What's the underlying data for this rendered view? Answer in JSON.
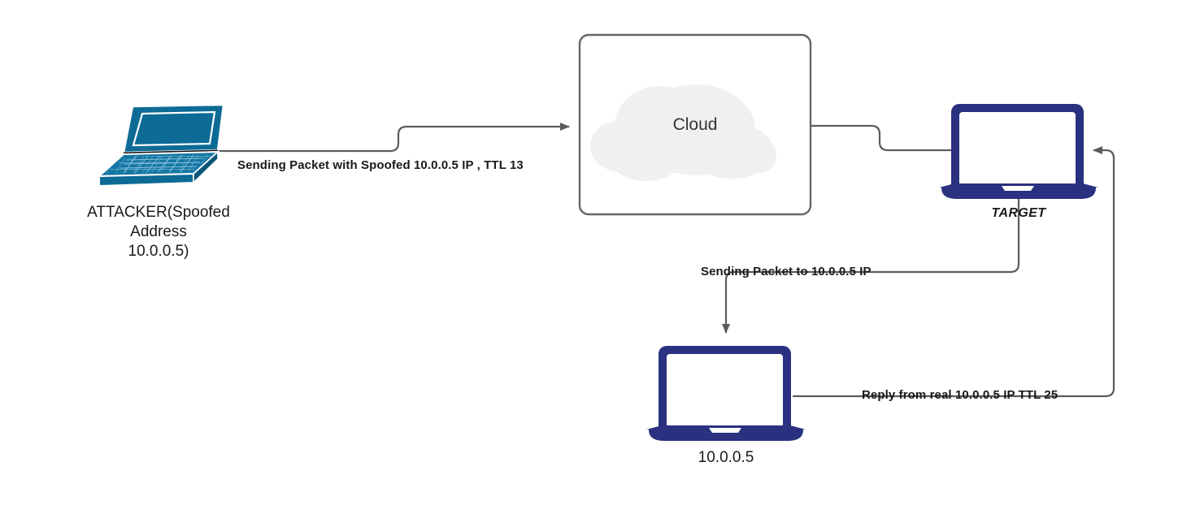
{
  "diagram": {
    "title": "IP spoofing with TTL analysis network diagram",
    "colors": {
      "attacker_device": "#0d6b96",
      "attacker_device_dark": "#0a567a",
      "device_navy": "#2a3180",
      "cloud_fill": "#f0f0f0",
      "connector": "#5c5c5c",
      "box_border": "#666666",
      "text": "#1a1a1a",
      "background": "#ffffff"
    },
    "nodes": [
      {
        "id": "attacker",
        "icon": "laptop-3d-icon",
        "caption_lines": [
          "ATTACKER(Spoofed",
          "Address",
          "10.0.0.5)"
        ]
      },
      {
        "id": "cloud",
        "icon": "cloud-icon",
        "label": "Cloud"
      },
      {
        "id": "target",
        "icon": "laptop-icon",
        "label": "TARGET"
      },
      {
        "id": "victim",
        "icon": "laptop-icon",
        "label": "10.0.0.5"
      }
    ],
    "edges": [
      {
        "id": "attacker-to-cloud",
        "from": "attacker",
        "to": "cloud",
        "label": "Sending Packet with Spoofed 10.0.0.5 IP , TTL 13",
        "arrow": "right"
      },
      {
        "id": "cloud-to-target",
        "from": "cloud",
        "to": "target",
        "label": "",
        "arrow": "none"
      },
      {
        "id": "target-to-victim",
        "from": "target",
        "to": "victim",
        "label": "Sending Packet to 10.0.0.5 IP",
        "arrow": "down"
      },
      {
        "id": "victim-to-target",
        "from": "victim",
        "to": "target",
        "label": "Reply from real 10.0.0.5 IP TTL 25",
        "arrow": "left"
      }
    ]
  }
}
